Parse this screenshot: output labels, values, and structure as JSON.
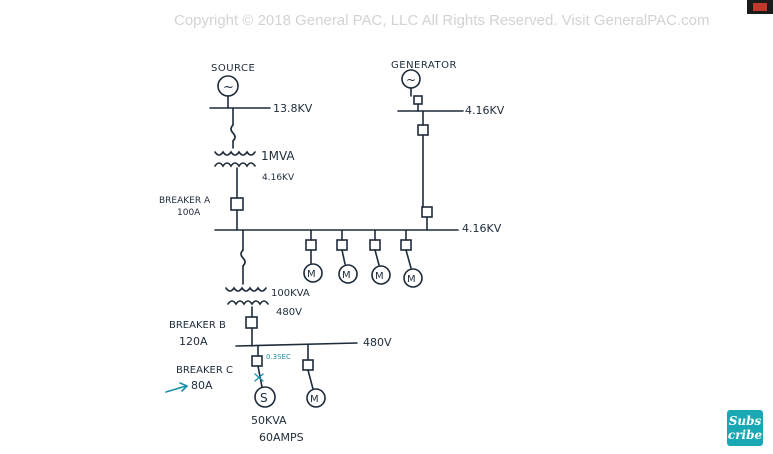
{
  "copyright": "Copyright © 2018 General PAC, LLC All Rights Reserved. Visit GeneralPAC.com",
  "labels": {
    "source": "SOURCE",
    "generator": "GENERATOR",
    "bus_13_8": "13.8KV",
    "bus_gen": "4.16KV",
    "xfmr1_rating": "1MVA",
    "xfmr1_secondary": "4.16KV",
    "breaker_a": "BREAKER A",
    "breaker_a_rating": "100A",
    "bus_4_16": "4.16KV",
    "xfmr2_rating": "100KVA",
    "xfmr2_secondary": "480V",
    "breaker_b": "BREAKER B",
    "breaker_b_rating": "120A",
    "bus_480": "480V",
    "trip_time": "0.3SEC",
    "breaker_c": "BREAKER C",
    "breaker_c_rating": "80A",
    "load_rating": "50KVA",
    "load_current": "60AMPS",
    "source_symbol": "~",
    "generator_symbol": "~",
    "static_load_symbol": "S",
    "motor_symbol": "M"
  },
  "subscribe": {
    "line1": "Subs",
    "line2": "cribe"
  },
  "colors": {
    "ink": "#1d2b3a",
    "annotation": "#1c8fa8",
    "subscribe_bg": "#1aa9b4",
    "watermark": "#d3d3d3"
  }
}
